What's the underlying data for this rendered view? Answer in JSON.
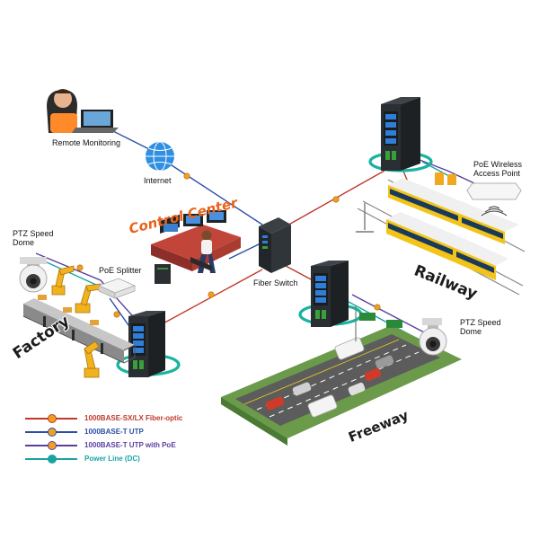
{
  "labels": {
    "remote_monitoring": "Remote Monitoring",
    "internet": "Internet",
    "control_center": "Control Center",
    "fiber_switch": "Fiber Switch",
    "ptz_dome_left_line1": "PTZ Speed",
    "ptz_dome_left_line2": "Dome",
    "poe_splitter": "PoE Splitter",
    "factory": "Factory",
    "poe_ap_line1": "PoE Wireless",
    "poe_ap_line2": "Access Point",
    "railway": "Railway",
    "ptz_dome_right_line1": "PTZ Speed",
    "ptz_dome_right_line2": "Dome",
    "freeway": "Freeway"
  },
  "legend": [
    {
      "label": "1000BASE-SX/LX Fiber-optic",
      "color": "#c0392b",
      "dot": "#f0a020"
    },
    {
      "label": "1000BASE-T UTP",
      "color": "#2b4fa3",
      "dot": "#f0a020"
    },
    {
      "label": "1000BASE-T UTP with PoE",
      "color": "#5a3fa0",
      "dot": "#f0a020"
    },
    {
      "label": "Power Line (DC)",
      "color": "#1aa3a3",
      "dot": "#1aa3a3"
    }
  ],
  "colors": {
    "fiber": "#c0392b",
    "utp": "#2b4fa3",
    "utp_poe": "#5a3fa0",
    "power": "#1aa3a3",
    "connector": "#f0a020",
    "switch_body": "#2a2f33",
    "port": "#2f7fd8",
    "ring": "#19b3a0",
    "accent": "#e8641c"
  },
  "icons": [
    "person-at-laptop-icon",
    "globe-icon",
    "server-icon",
    "industrial-switch-icon",
    "dome-camera-icon",
    "poe-splitter-icon",
    "access-point-icon",
    "train-icon",
    "car-icon",
    "robot-arm-icon",
    "conveyor-icon",
    "road-sign-icon"
  ]
}
